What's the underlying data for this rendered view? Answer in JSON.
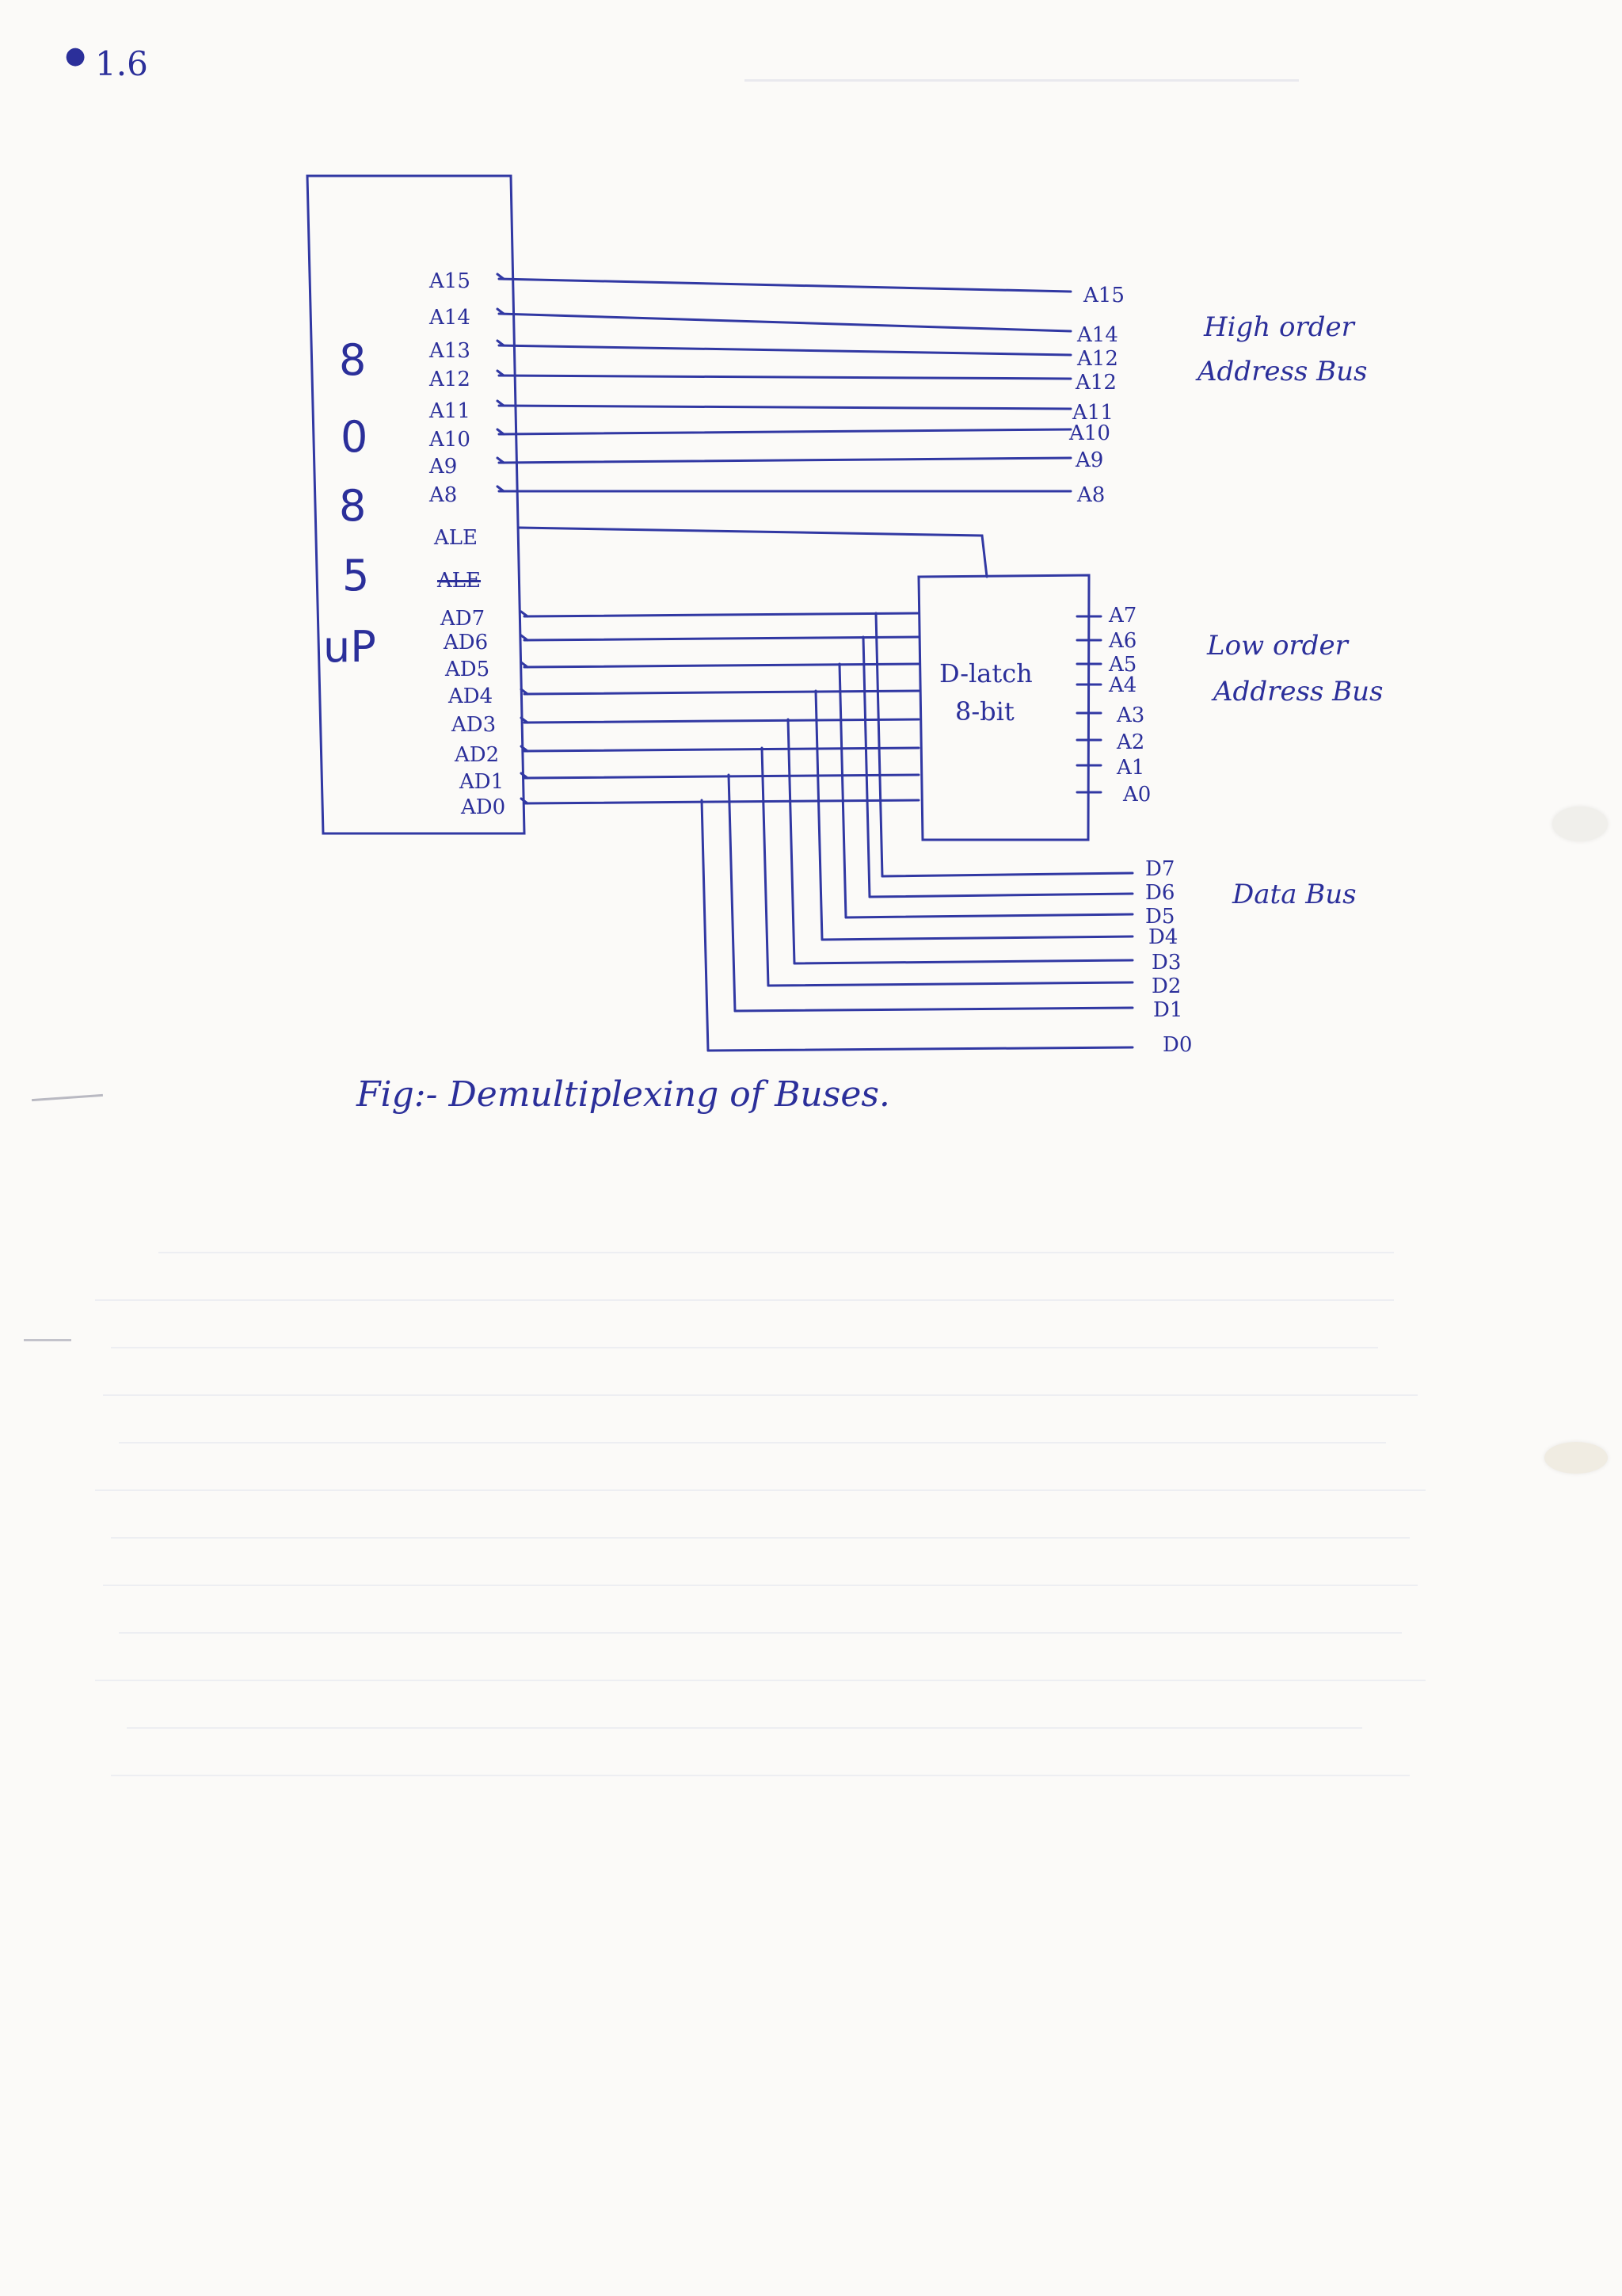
{
  "page": {
    "ref": "1.6"
  },
  "cpu": {
    "name_chars": [
      "8",
      "0",
      "8",
      "5",
      "uP"
    ],
    "high_pins": [
      "A15",
      "A14",
      "A13",
      "A12",
      "A11",
      "A10",
      "A9",
      "A8"
    ],
    "ale": "ALE",
    "struck_pin": "ALE",
    "ad_pins": [
      "AD7",
      "AD6",
      "AD5",
      "AD4",
      "AD3",
      "AD2",
      "AD1",
      "AD0"
    ]
  },
  "high_address": {
    "outputs": [
      "A15",
      "A14",
      "A12",
      "A12",
      "A11",
      "A10",
      "A9",
      "A8"
    ],
    "label_line1": "High order",
    "label_line2": "Address Bus"
  },
  "latch": {
    "line1": "D-latch",
    "line2": "8-bit",
    "outputs": [
      "A7",
      "A6",
      "A5",
      "A4",
      "A3",
      "A2",
      "A1",
      "A0"
    ]
  },
  "low_address": {
    "label_line1": "Low order",
    "label_line2": "Address Bus"
  },
  "data_bus": {
    "outputs": [
      "D7",
      "D6",
      "D5",
      "D4",
      "D3",
      "D2",
      "D1",
      "D0"
    ],
    "label": "Data Bus"
  },
  "caption": "Fig:- Demultiplexing of Buses."
}
